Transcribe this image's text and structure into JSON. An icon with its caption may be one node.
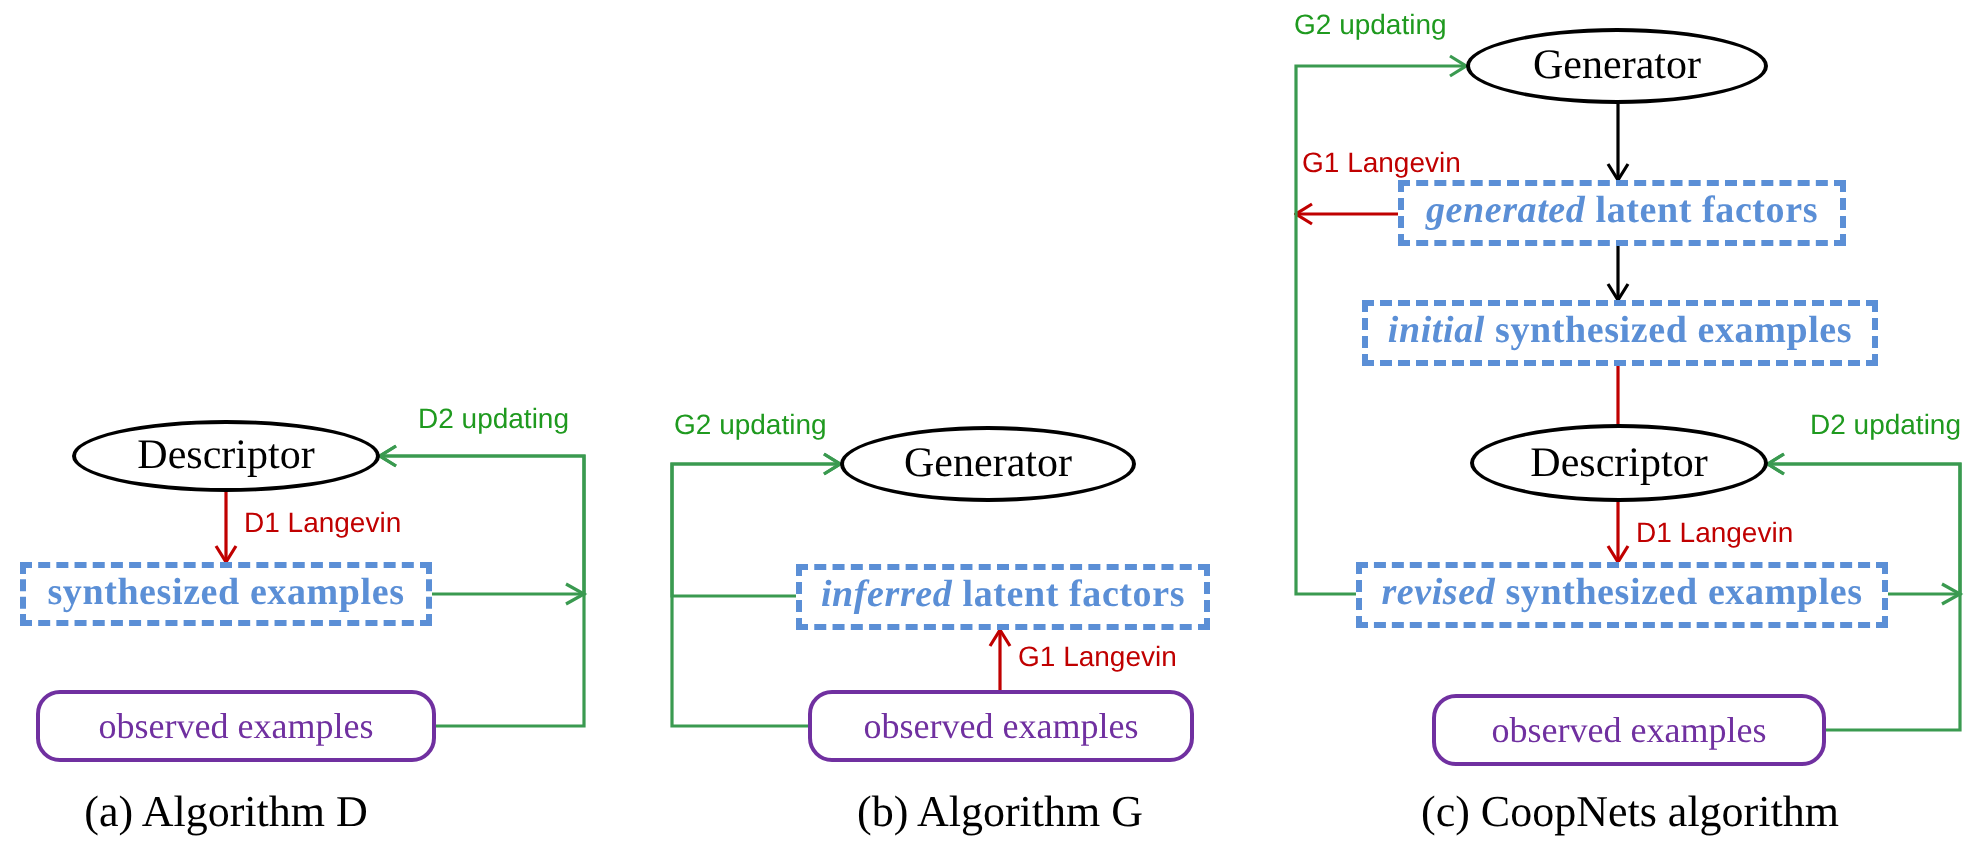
{
  "diagram": {
    "nodes": [
      {
        "text": [
          "Descriptor"
        ]
      },
      {
        "text": [
          "synthesized examples"
        ]
      },
      {
        "text": [
          "observed examples"
        ]
      },
      {
        "text": [
          "Generator"
        ]
      },
      {
        "text": [
          "*inferred* latent factors"
        ]
      },
      {
        "text": [
          "observed examples"
        ]
      },
      {
        "text": [
          "Generator"
        ]
      },
      {
        "text": [
          "*generated* latent factors"
        ]
      },
      {
        "text": [
          "*initial* synthesized examples"
        ]
      },
      {
        "text": [
          "Descriptor"
        ]
      },
      {
        "text": [
          "*revised* synthesized examples"
        ]
      },
      {
        "text": [
          "observed examples"
        ]
      }
    ],
    "edges": [
      {
        "from": 0,
        "to": 1,
        "arrow": "to",
        "label": "D1 Langevin",
        "color": "#c00000"
      },
      {
        "from": 1,
        "to": 0,
        "arrow": "to",
        "label": "D2 updating"
      },
      {
        "from": 2,
        "to": 0,
        "arrow": "to"
      },
      {
        "from": 4,
        "to": 3,
        "arrow": "to",
        "label": "G2 updating"
      },
      {
        "from": 5,
        "to": 3,
        "arrow": "to"
      },
      {
        "from": 5,
        "to": 4,
        "arrow": "to",
        "label": "G1 Langevin",
        "color": "#c00000"
      },
      {
        "from": 6,
        "to": 7,
        "arrow": "to",
        "color": "#000000"
      },
      {
        "from": 7,
        "to": 8,
        "arrow": "to",
        "color": "#000000"
      },
      {
        "from": 8,
        "to": 9,
        "arrow": "none",
        "color": "#c00000"
      },
      {
        "from": 9,
        "to": 10,
        "arrow": "to",
        "label": "D1 Langevin",
        "color": "#c00000"
      },
      {
        "from": 7,
        "to": null,
        "arrow": "to",
        "label": "G1 Langevin",
        "color": "#c00000"
      },
      {
        "from": 10,
        "to": 6,
        "arrow": "to",
        "label": "G2 updating"
      },
      {
        "from": 10,
        "to": 9,
        "arrow": "to",
        "label": "D2 updating"
      },
      {
        "from": 11,
        "to": 9,
        "arrow": "to"
      }
    ],
    "labels": [
      "(a) Algorithm D",
      "(b) Algorithm G",
      "(c) CoopNets algorithm"
    ]
  }
}
